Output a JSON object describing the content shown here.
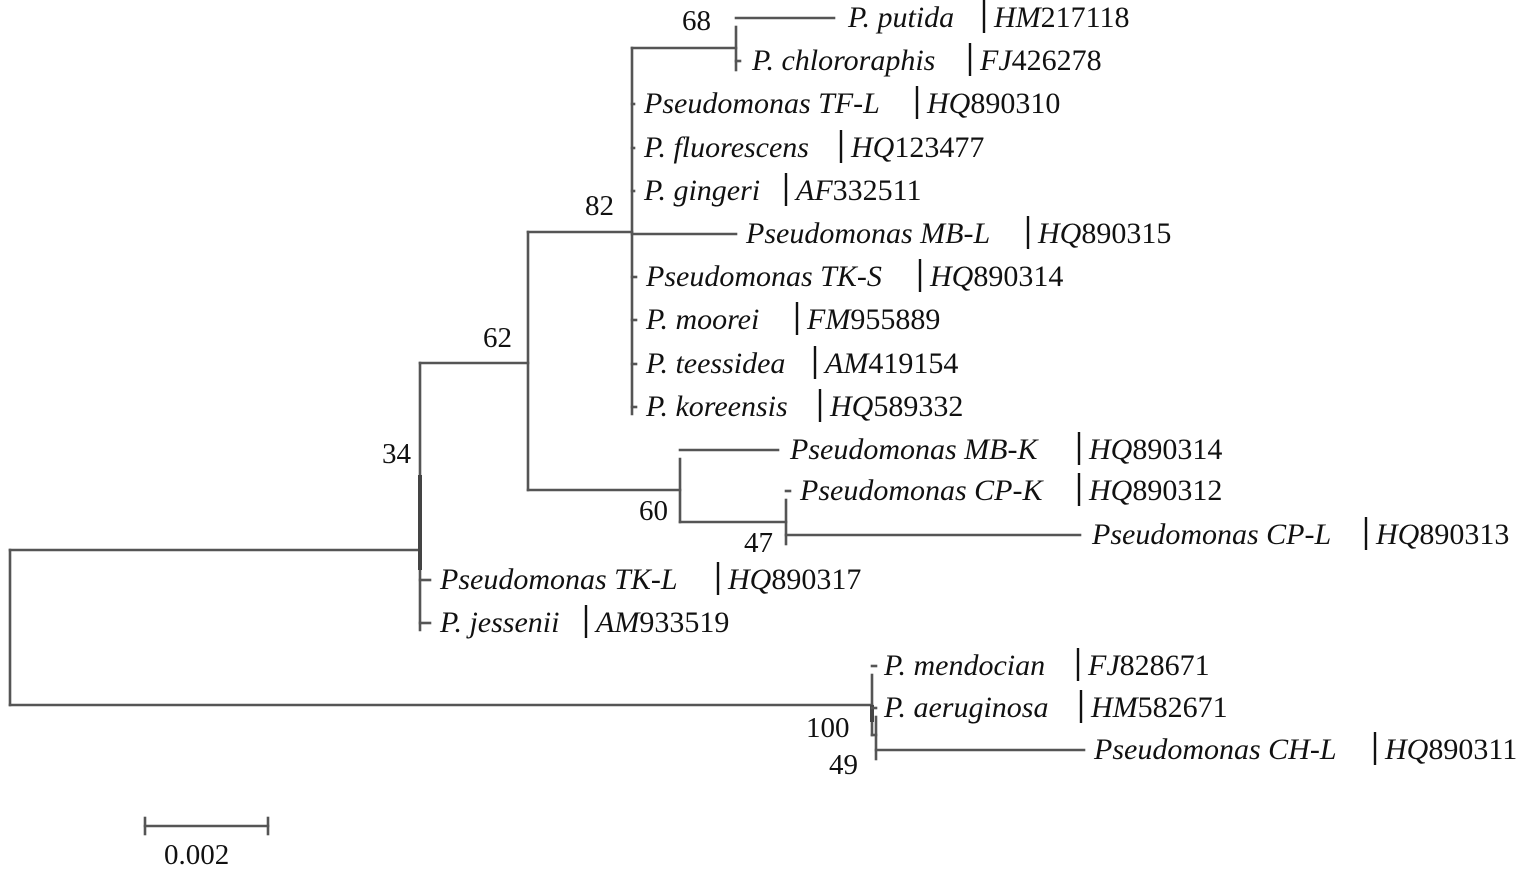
{
  "leaves": [
    {
      "name": "P. putida",
      "acc_prefix": "HM",
      "acc_num": "217118"
    },
    {
      "name": "P. chlororaphis",
      "acc_prefix": "FJ",
      "acc_num": "426278"
    },
    {
      "name": "Pseudomonas TF-L",
      "acc_prefix": "HQ",
      "acc_num": "890310"
    },
    {
      "name": "P. fluorescens",
      "acc_prefix": "HQ",
      "acc_num": "123477"
    },
    {
      "name": "P. gingeri",
      "acc_prefix": "AF",
      "acc_num": "332511"
    },
    {
      "name": "Pseudomonas MB-L",
      "acc_prefix": "HQ",
      "acc_num": "890315"
    },
    {
      "name": "Pseudomonas TK-S",
      "acc_prefix": "HQ",
      "acc_num": "890314"
    },
    {
      "name": "P. moorei",
      "acc_prefix": "FM",
      "acc_num": "955889"
    },
    {
      "name": "P. teessidea",
      "acc_prefix": "AM",
      "acc_num": "419154"
    },
    {
      "name": "P. koreensis",
      "acc_prefix": "HQ",
      "acc_num": "589332"
    },
    {
      "name": "Pseudomonas MB-K",
      "acc_prefix": "HQ",
      "acc_num": "890314"
    },
    {
      "name": "Pseudomonas CP-K",
      "acc_prefix": "HQ",
      "acc_num": "890312"
    },
    {
      "name": "Pseudomonas CP-L",
      "acc_prefix": "HQ",
      "acc_num": "890313"
    },
    {
      "name": "Pseudomonas TK-L",
      "acc_prefix": "HQ",
      "acc_num": "890317"
    },
    {
      "name": "P. jessenii",
      "acc_prefix": "AM",
      "acc_num": "933519"
    },
    {
      "name": "P. mendocian",
      "acc_prefix": "FJ",
      "acc_num": "828671"
    },
    {
      "name": "P. aeruginosa",
      "acc_prefix": "HM",
      "acc_num": "582671"
    },
    {
      "name": "Pseudomonas CH-L",
      "acc_prefix": "HQ",
      "acc_num": "890311"
    }
  ],
  "bootstrap": [
    "68",
    "82",
    "62",
    "34",
    "60",
    "47",
    "100",
    "49"
  ],
  "scale_bar": {
    "label": "0.002",
    "length": 0.002
  }
}
